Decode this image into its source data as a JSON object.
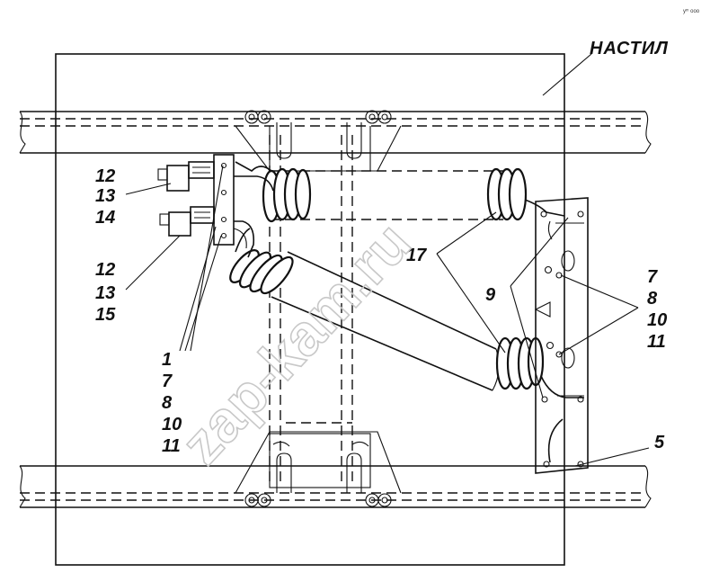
{
  "title": "НАСТИЛ",
  "watermark": "zap-kam.ru",
  "corner_mark": "уᵐ ооо",
  "callouts": {
    "g1": [
      "12",
      "13",
      "14"
    ],
    "g2": [
      "12",
      "13",
      "15"
    ],
    "g3": [
      "1",
      "7",
      "8",
      "10",
      "11"
    ],
    "g4": [
      "7",
      "8",
      "10",
      "11"
    ],
    "c17": "17",
    "c9": "9",
    "c5": "5"
  },
  "colors": {
    "line": "#111111",
    "background": "#ffffff",
    "watermark": "#c8c8c8"
  }
}
